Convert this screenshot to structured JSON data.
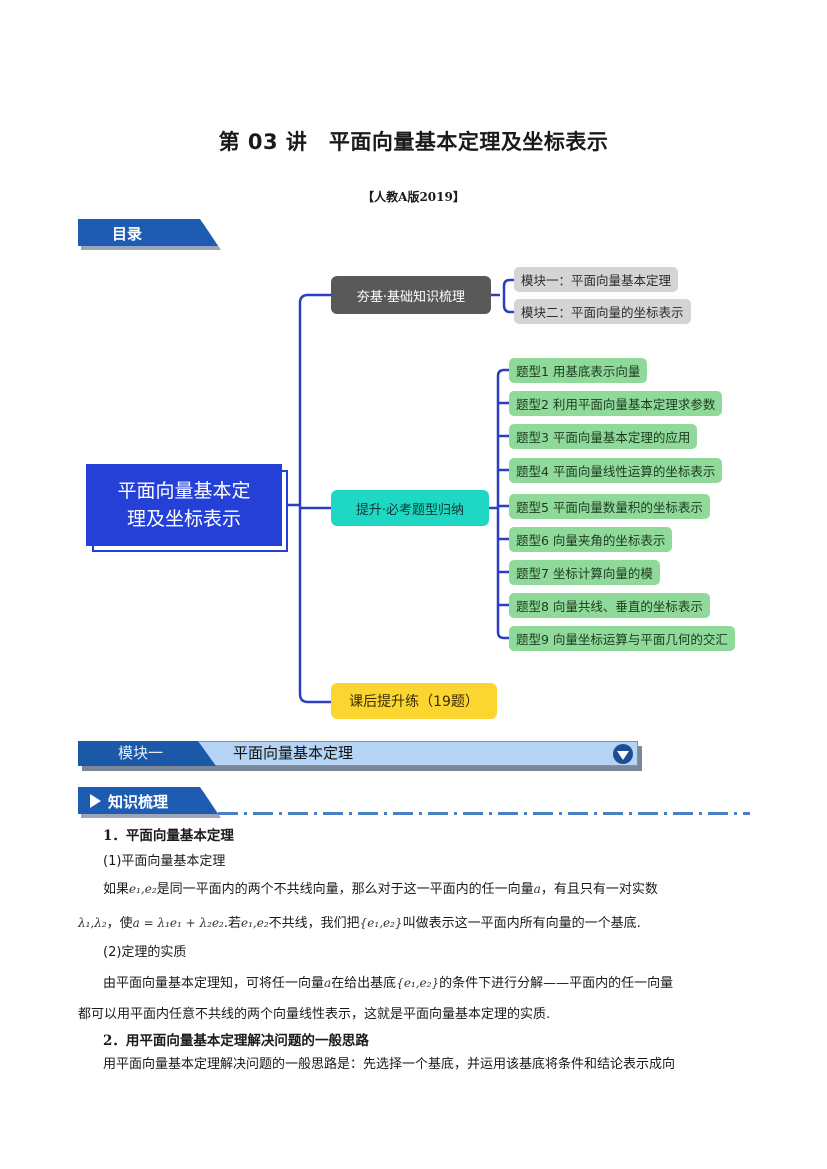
{
  "header": {
    "title": "第 03 讲　平面向量基本定理及坐标表示",
    "edition": "【人教A版2019】"
  },
  "toc": {
    "banner_label": "目录",
    "root": "平面向量基本定理及坐标表示",
    "branches": [
      {
        "label": "夯基·基础知识梳理",
        "color": "#595959",
        "children": [
          "模块一：平面向量基本定理",
          "模块二：平面向量的坐标表示"
        ]
      },
      {
        "label": "提升·必考题型归纳",
        "color": "#1ed8c4",
        "children": [
          "题型1 用基底表示向量",
          "题型2 利用平面向量基本定理求参数",
          "题型3 平面向量基本定理的应用",
          "题型4 平面向量线性运算的坐标表示",
          "题型5 平面向量数量积的坐标表示",
          "题型6 向量夹角的坐标表示",
          "题型7 坐标计算向量的模",
          "题型8 向量共线、垂直的坐标表示",
          "题型9 向量坐标运算与平面几何的交汇"
        ]
      },
      {
        "label": "课后提升练（19题）",
        "color": "#fbd631",
        "children": []
      }
    ],
    "connector_color": "#2b3fc0"
  },
  "module_bar": {
    "label": "模块一",
    "title": "平面向量基本定理",
    "icon": "triangle-down-circle-icon"
  },
  "knowledge": {
    "banner_label": "知识梳理",
    "icon": "play-triangle-icon"
  },
  "content": {
    "h1": "1．平面向量基本定理",
    "sub1": "(1)平面向量基本定理",
    "p1_a": "如果",
    "p1_vec": "e₁,e₂",
    "p1_b": "是同一平面内的两个不共线向量，那么对于这一平面内的任一向量",
    "p1_a_vec": "a",
    "p1_c": "，有且只有一对实数",
    "p2_lambda": "λ₁,λ₂",
    "p2_a": "，使",
    "p2_formula": "a = λ₁e₁ + λ₂e₂",
    "p2_b": ".若",
    "p2_vec": "e₁,e₂",
    "p2_c": "不共线，我们把",
    "p2_set": "{e₁,e₂}",
    "p2_d": "叫做表示这一平面内所有向量的一个基底.",
    "sub2": "(2)定理的实质",
    "p3_a": "由平面向量基本定理知，可将任一向量",
    "p3_avec": "a",
    "p3_b": "在给出基底",
    "p3_set": "{e₁,e₂}",
    "p3_c": "的条件下进行分解——平面内的任一向量",
    "p4": "都可以用平面内任意不共线的两个向量线性表示，这就是平面向量基本定理的实质.",
    "h2": "2．用平面向量基本定理解决问题的一般思路",
    "p5": "用平面向量基本定理解决问题的一般思路是：先选择一个基底，并运用该基底将条件和结论表示成向"
  }
}
